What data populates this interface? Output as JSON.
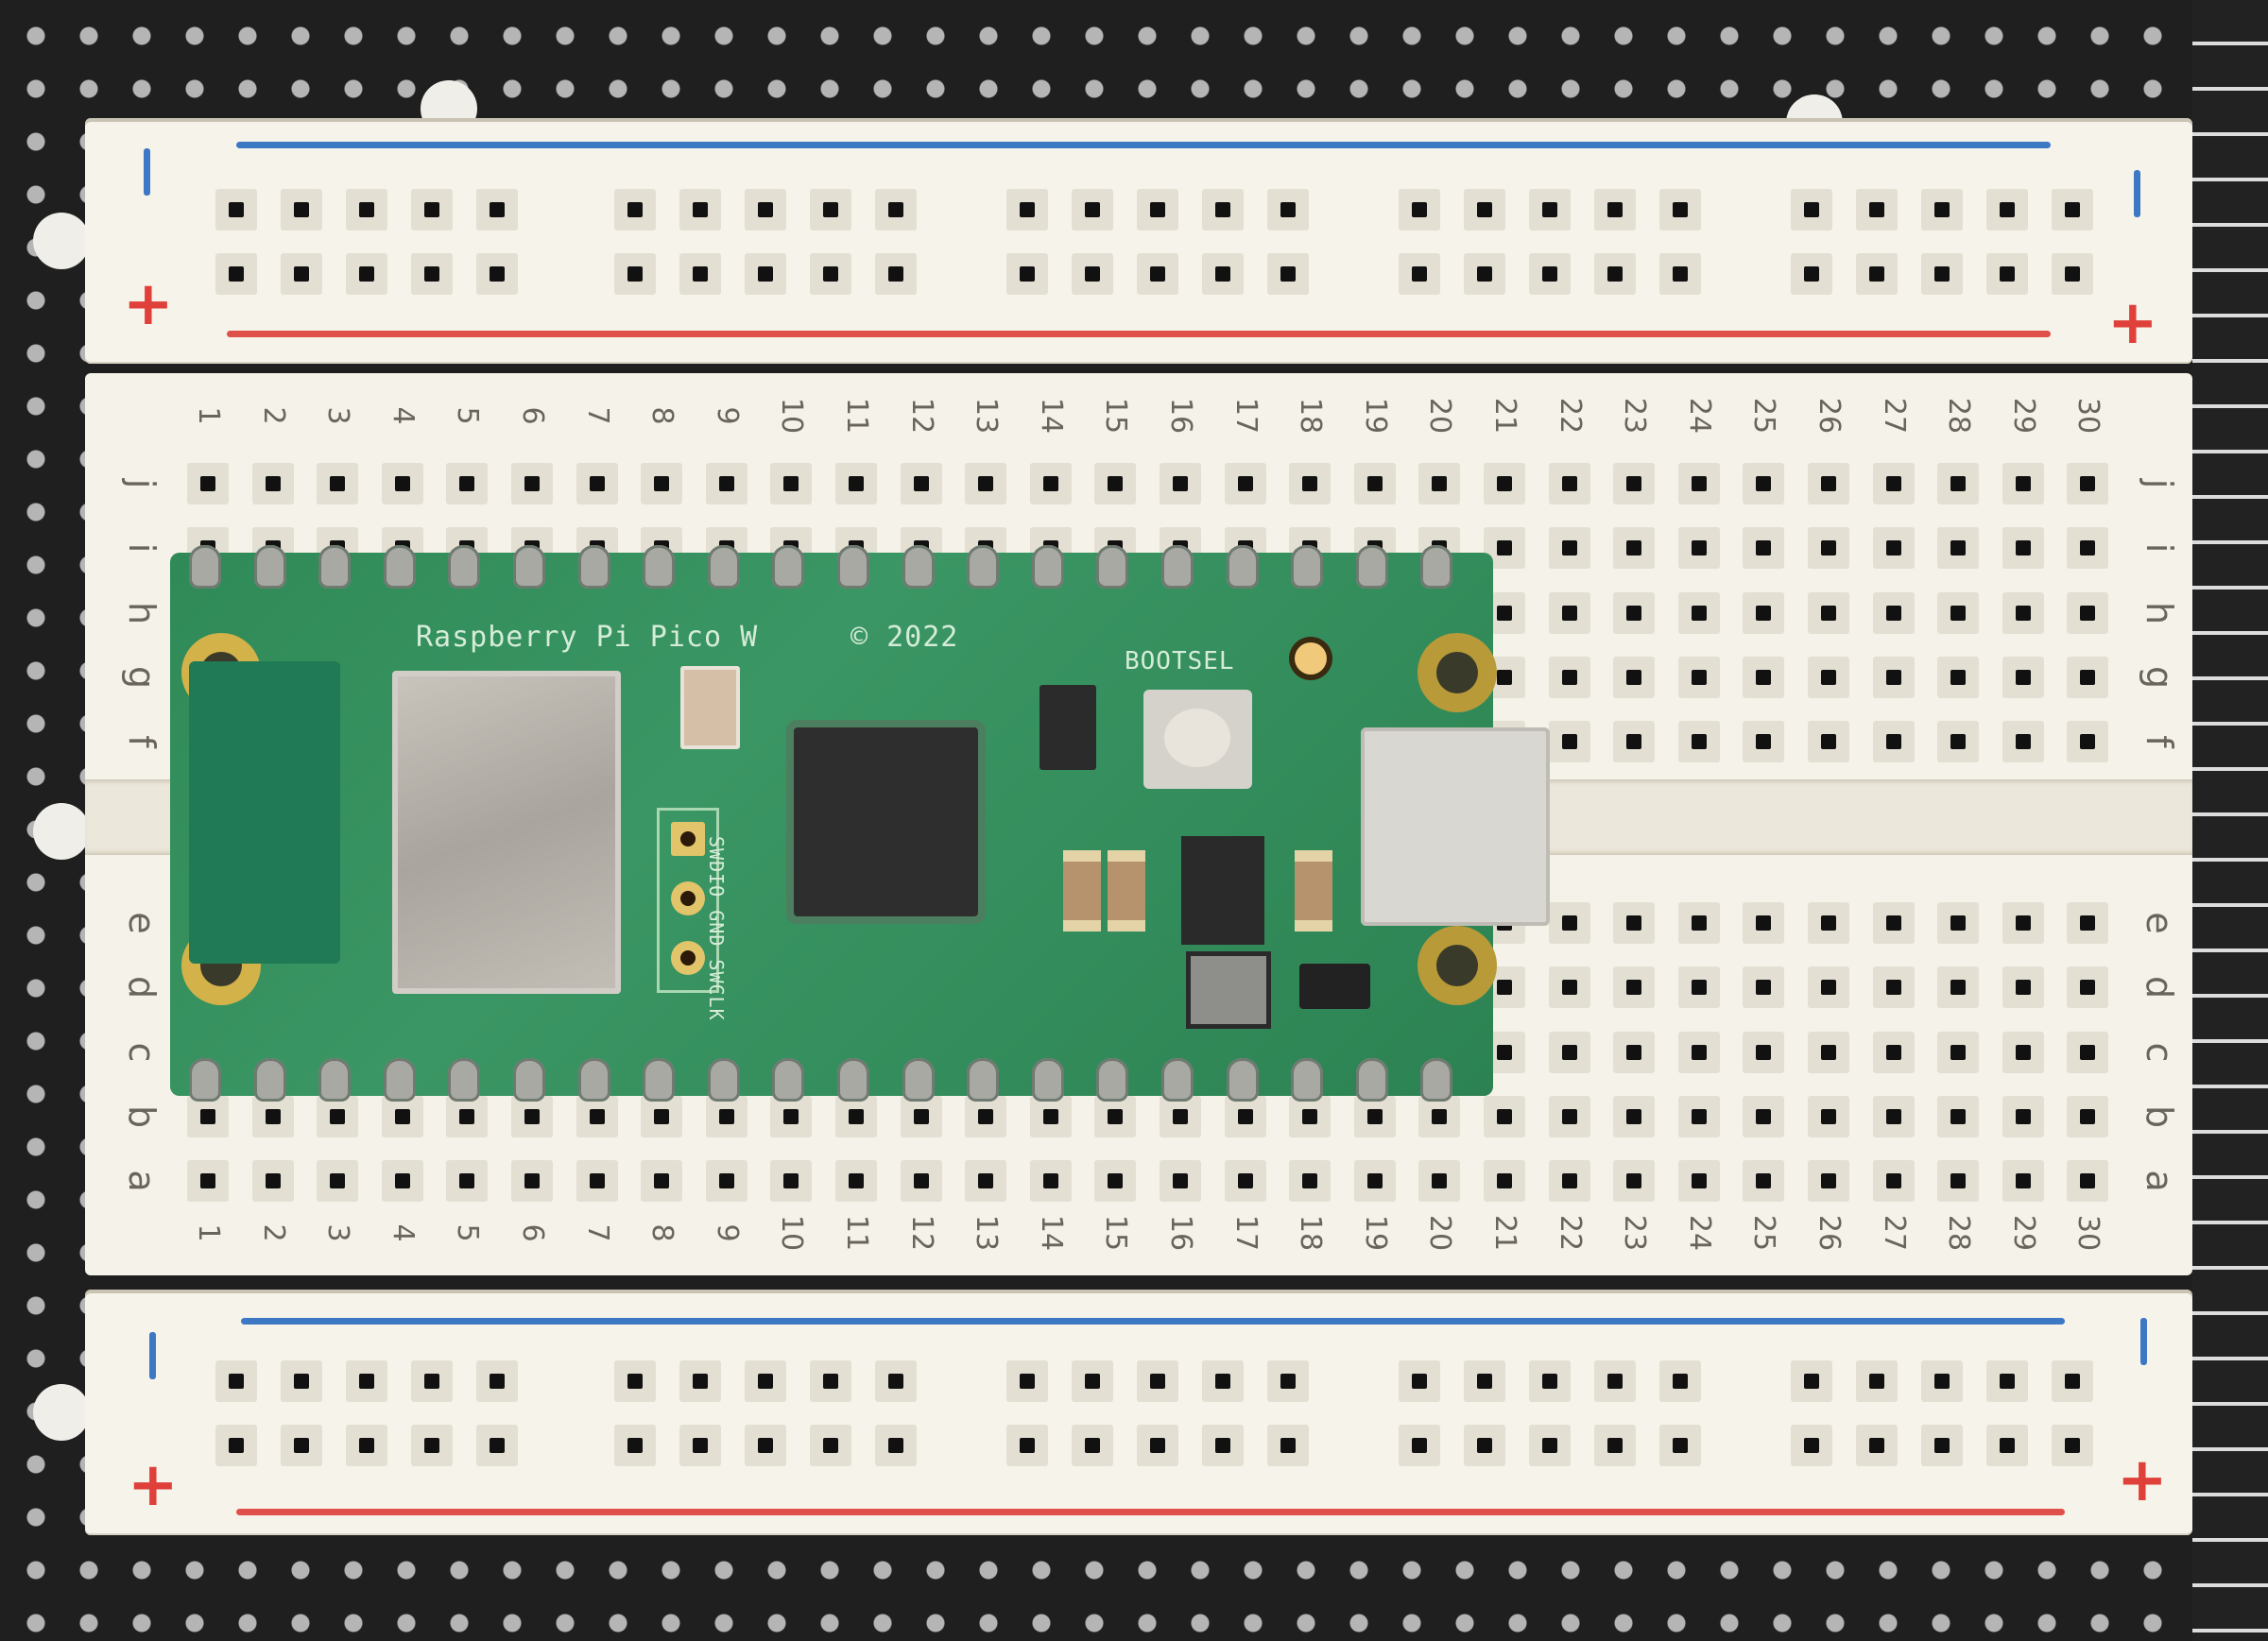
{
  "scene": {
    "description": "Raspberry Pi Pico W mounted on a half-size solderless breadboard over a dotted black mat",
    "background_color": "#1f1f1f",
    "breadboard_color": "#f5f2e9"
  },
  "breadboard": {
    "columns": [
      "1",
      "2",
      "3",
      "4",
      "5",
      "6",
      "7",
      "8",
      "9",
      "10",
      "11",
      "12",
      "13",
      "14",
      "15",
      "16",
      "17",
      "18",
      "19",
      "20",
      "21",
      "22",
      "23",
      "24",
      "25",
      "26",
      "27",
      "28",
      "29",
      "30"
    ],
    "rows_top": [
      "j",
      "i",
      "h",
      "g",
      "f"
    ],
    "rows_bottom": [
      "e",
      "d",
      "c",
      "b",
      "a"
    ],
    "power_rail_top": {
      "minus_label": "−",
      "plus_label": "+",
      "minus_color": "#3d78c4",
      "plus_color": "#e0504a"
    },
    "power_rail_bottom": {
      "minus_label": "−",
      "plus_label": "+",
      "minus_color": "#3d78c4",
      "plus_color": "#e0504a"
    }
  },
  "board": {
    "name": "Raspberry Pi Pico W",
    "silkscreen_brand": "Raspberry Pi Pico W",
    "silkscreen_copyright": "© 2022",
    "bootsel_label": "BOOTSEL",
    "debug_header_label": "SWDIO GND SWCLK",
    "pcb_color": "#2f8a57"
  }
}
